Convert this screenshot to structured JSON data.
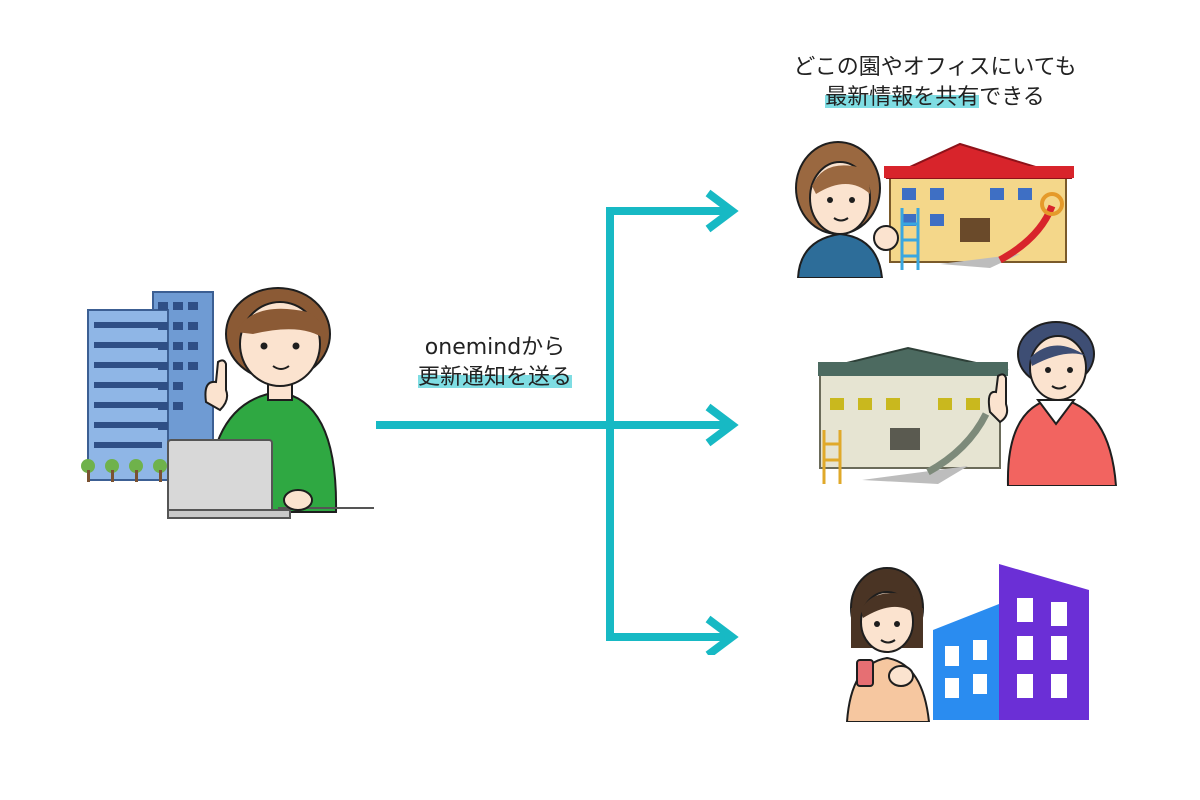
{
  "center_label": {
    "line1": "onemindから",
    "line2_highlight": "更新通知を送る"
  },
  "top_label": {
    "line1": "どこの園やオフィスにいても",
    "line2_highlight": "最新情報を共有",
    "line2_rest": "できる"
  },
  "colors": {
    "arrow": "#17b9c4",
    "highlight": "#7fdde3",
    "shirt_green": "#2fa842",
    "kindergarten_roof": "#d8242b",
    "office_purple": "#6b2fd6",
    "office_blue": "#2a8cf0"
  }
}
